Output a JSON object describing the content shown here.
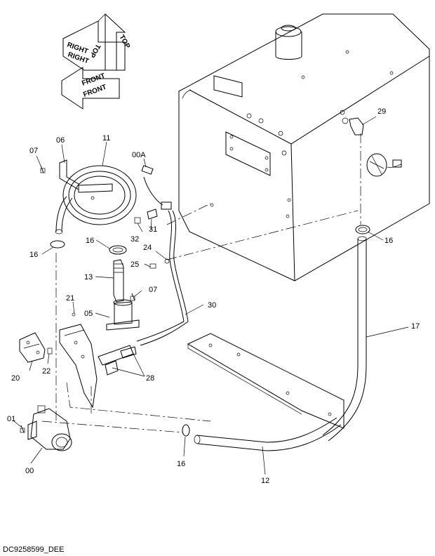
{
  "drawing_code": "DC9258599_DEE",
  "orientation": {
    "top": "TOP",
    "right": "RIGHT",
    "front": "FRONT",
    "top_mirror": "TOP",
    "right_mirror": "RIGHT",
    "front_mirror": "FRONT"
  },
  "callouts": {
    "c00": "00",
    "c00a": "00A",
    "c01": "01",
    "c05": "05",
    "c06": "06",
    "c07a": "07",
    "c07b": "07",
    "c11": "11",
    "c12": "12",
    "c13": "13",
    "c16a": "16",
    "c16b": "16",
    "c16c": "16",
    "c16d": "16",
    "c17": "17",
    "c20": "20",
    "c21": "21",
    "c22": "22",
    "c24": "24",
    "c25": "25",
    "c28": "28",
    "c29": "29",
    "c30": "30",
    "c31": "31",
    "c32": "32"
  }
}
